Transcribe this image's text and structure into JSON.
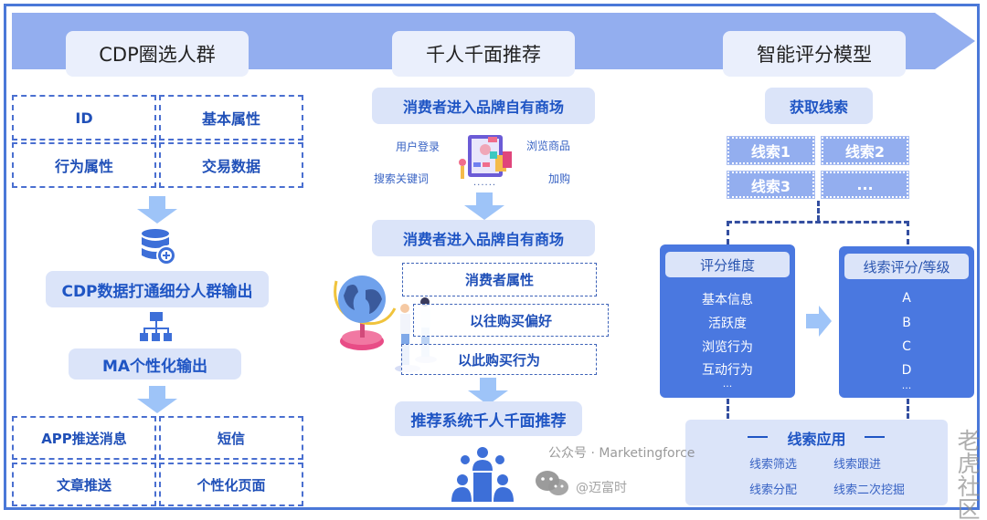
{
  "columns": {
    "cdp": {
      "title": "CDP圈选人群",
      "inputs": [
        "ID",
        "基本属性",
        "行为属性",
        "交易数据"
      ],
      "process": "CDP数据打通细分人群输出",
      "ma": "MA个性化输出",
      "outputs": [
        "APP推送消息",
        "短信",
        "文章推送",
        "个性化页面"
      ]
    },
    "recommend": {
      "title": "千人千面推荐",
      "step1": "消费者进入品牌自有商场",
      "actions": [
        "用户登录",
        "浏览商品",
        "搜索关键词",
        "加购"
      ],
      "ellipsis": "......",
      "step2": "消费者进入品牌自有商场",
      "factors": [
        "消费者属性",
        "以往购买偏好",
        "以此购买行为"
      ],
      "result": "推荐系统千人千面推荐"
    },
    "scoring": {
      "title": "智能评分模型",
      "acquire": "获取线索",
      "leads": [
        "线索1",
        "线索2",
        "线索3",
        "..."
      ],
      "dimensions": {
        "title": "评分维度",
        "items": [
          "基本信息",
          "活跃度",
          "浏览行为",
          "互动行为",
          "..."
        ]
      },
      "grades": {
        "title": "线索评分/等级",
        "items": [
          "A",
          "B",
          "C",
          "D",
          "..."
        ]
      },
      "application": {
        "title": "线索应用",
        "items": [
          "线索筛选",
          "线索跟进",
          "线索分配",
          "线索二次挖掘"
        ]
      }
    }
  },
  "watermark": {
    "wechat": "公众号 · Marketingforce",
    "brand": "老虎社区",
    "author": "@迈富时"
  },
  "colors": {
    "frame": "#4a78d8",
    "band": "#93aeef",
    "pill": "#dbe4f9",
    "text_blue": "#1f55c4",
    "box_blue": "#4a78e0"
  }
}
